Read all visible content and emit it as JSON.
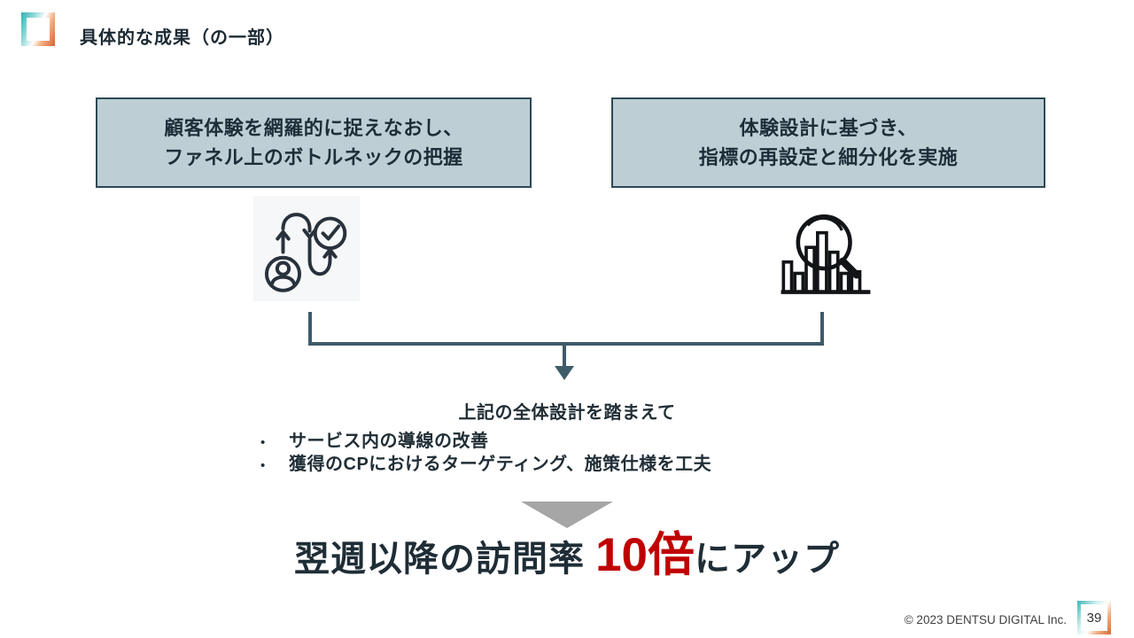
{
  "slide": {
    "title": "具体的な成果（の一部）",
    "boxes": [
      {
        "line1": "顧客体験を網羅的に捉えなおし、",
        "line2": "ファネル上のボトルネックの把握",
        "icon": "customer-journey-icon"
      },
      {
        "line1": "体験設計に基づき、",
        "line2": "指標の再設定と細分化を実施",
        "icon": "magnifier-bar-chart-icon"
      }
    ],
    "summary": {
      "heading": "上記の全体設計を踏まえて",
      "bullet_char": "•",
      "bullets": [
        "サービス内の導線の改善",
        "獲得のCPにおけるターゲティング、施策仕様を工夫"
      ]
    },
    "result": {
      "prefix": "翌週以降の訪問率 ",
      "highlight": "10倍",
      "suffix": "にアップ"
    },
    "footer": {
      "copyright": "© 2023 DENTSU DIGITAL Inc.",
      "page_number": "39"
    },
    "colors": {
      "box_fill": "#bdcfd5",
      "box_border": "#2e4956",
      "text_dark": "#1f2d36",
      "connector": "#3e5b6a",
      "highlight_red": "#c00000",
      "arrow_gray": "#a6a6a6",
      "brand_teal": "#2fb0b6",
      "brand_orange": "#d9642f"
    }
  }
}
